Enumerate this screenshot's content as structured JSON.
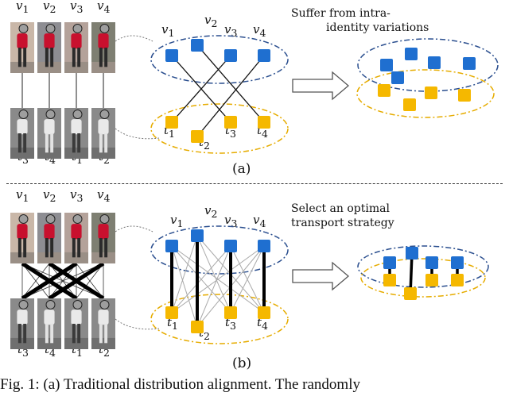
{
  "panel_a": {
    "top_labels": [
      "v",
      "1",
      "v",
      "2",
      "v",
      "3",
      "v",
      "4"
    ],
    "bottom_labels": [
      "t",
      "3",
      "t",
      "4",
      "t",
      "1",
      "t",
      "2"
    ],
    "graph_top": [
      "v",
      "1",
      "v",
      "2",
      "v",
      "3",
      "v",
      "4"
    ],
    "graph_bottom": [
      "t",
      "1",
      "t",
      "2",
      "t",
      "3",
      "t",
      "4"
    ],
    "note": "Suffer from intra-identity variations",
    "note_line1": "Suffer from intra-",
    "note_line2": "identity variations",
    "label": "(a)"
  },
  "panel_b": {
    "top_labels": [
      "v",
      "1",
      "v",
      "2",
      "v",
      "3",
      "v",
      "4"
    ],
    "bottom_labels": [
      "t",
      "3",
      "t",
      "4",
      "t",
      "1",
      "t",
      "2"
    ],
    "graph_top": [
      "v",
      "1",
      "v",
      "2",
      "v",
      "3",
      "v",
      "4"
    ],
    "graph_bottom": [
      "t",
      "1",
      "t",
      "2",
      "t",
      "3",
      "t",
      "4"
    ],
    "note_line1": "Select an optimal",
    "note_line2": "transport strategy",
    "label": "(b)"
  },
  "caption": "Fig. 1: (a) Traditional distribution alignment. The randomly",
  "colors": {
    "visible_node": "#1f6fd0",
    "thermal_node": "#f5b800",
    "blue_ellipse": "#2b4f8f",
    "yellow_ellipse": "#e6ac00"
  }
}
